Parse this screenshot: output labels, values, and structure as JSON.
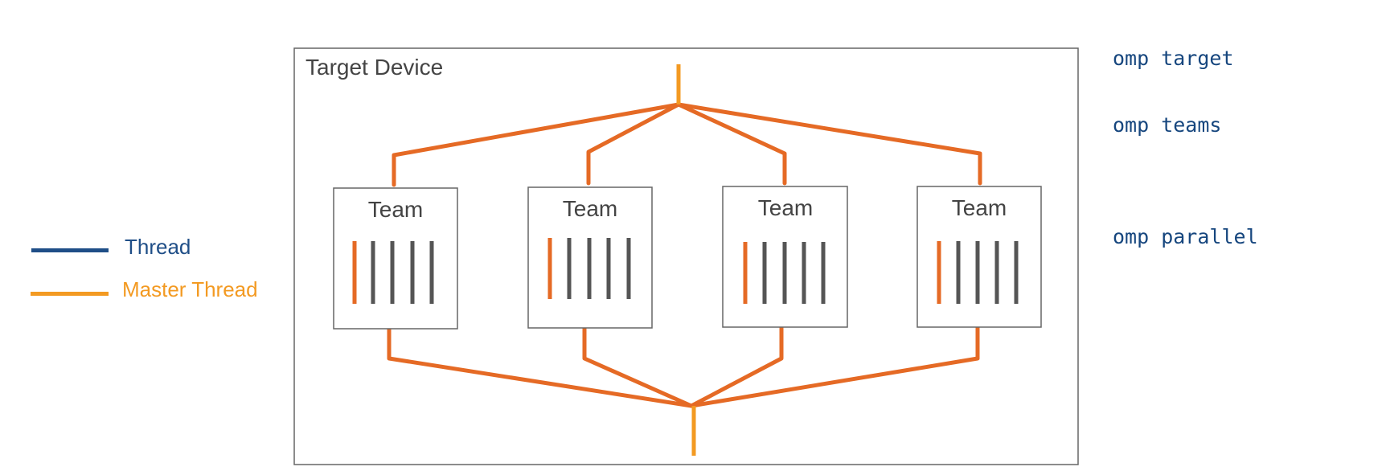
{
  "diagram": {
    "device_label": "Target Device",
    "team_label": "Team",
    "team_count": 4,
    "threads_per_team": 5,
    "colors": {
      "fork_join": "#E56A25",
      "master_thread": "#F39A22",
      "thread_bar": "#555555",
      "box_border": "#666666",
      "text": "#444444"
    }
  },
  "legend": {
    "thread_label": "Thread",
    "thread_color": "#1F4E87",
    "master_label": "Master Thread",
    "master_color": "#F39A22"
  },
  "annotations": {
    "target": "omp target",
    "teams": "omp teams",
    "parallel": "omp parallel",
    "color": "#16467E"
  }
}
